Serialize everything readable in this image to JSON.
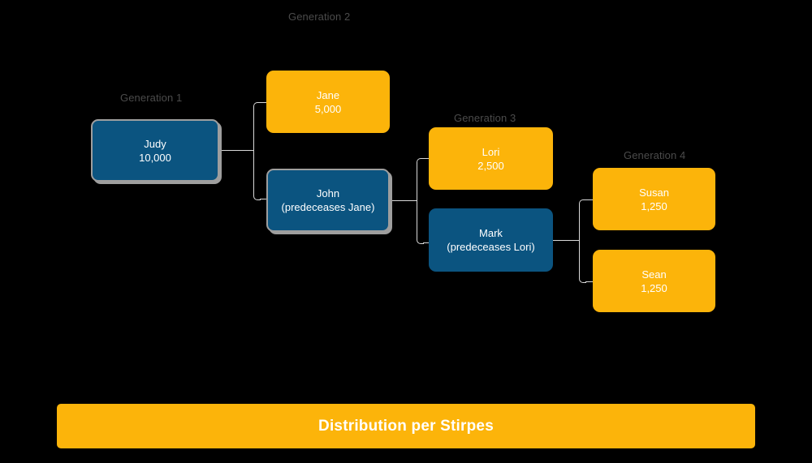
{
  "diagram": {
    "title": "Distribution per Stirpes",
    "background_color": "#000000",
    "colors": {
      "orange": "#fcb40a",
      "blue": "#0b5480",
      "connector": "#d9d9d9",
      "label": "#4b4b4b",
      "frame": "#9e9e9e",
      "text": "#ffffff"
    },
    "generation_labels": [
      {
        "text": "Generation 1"
      },
      {
        "text": "Generation 2"
      },
      {
        "text": "Generation 3"
      },
      {
        "text": "Generation 4"
      }
    ],
    "nodes": [
      {
        "name": "Judy",
        "amount": "10,000",
        "note": "",
        "style": "blue",
        "framed": true
      },
      {
        "name": "Jane",
        "amount": "5,000",
        "note": "",
        "style": "orange",
        "framed": false
      },
      {
        "name": "John",
        "amount": "",
        "note": "(predeceases Jane)",
        "style": "blue",
        "framed": true
      },
      {
        "name": "Lori",
        "amount": "2,500",
        "note": "",
        "style": "orange",
        "framed": false
      },
      {
        "name": "Mark",
        "amount": "",
        "note": "(predeceases Lori)",
        "style": "blue",
        "framed": false
      },
      {
        "name": "Susan",
        "amount": "1,250",
        "note": "",
        "style": "orange",
        "framed": false
      },
      {
        "name": "Sean",
        "amount": "1,250",
        "note": "",
        "style": "orange",
        "framed": false
      }
    ],
    "banner": {
      "label": "Distribution per Stirpes"
    }
  }
}
